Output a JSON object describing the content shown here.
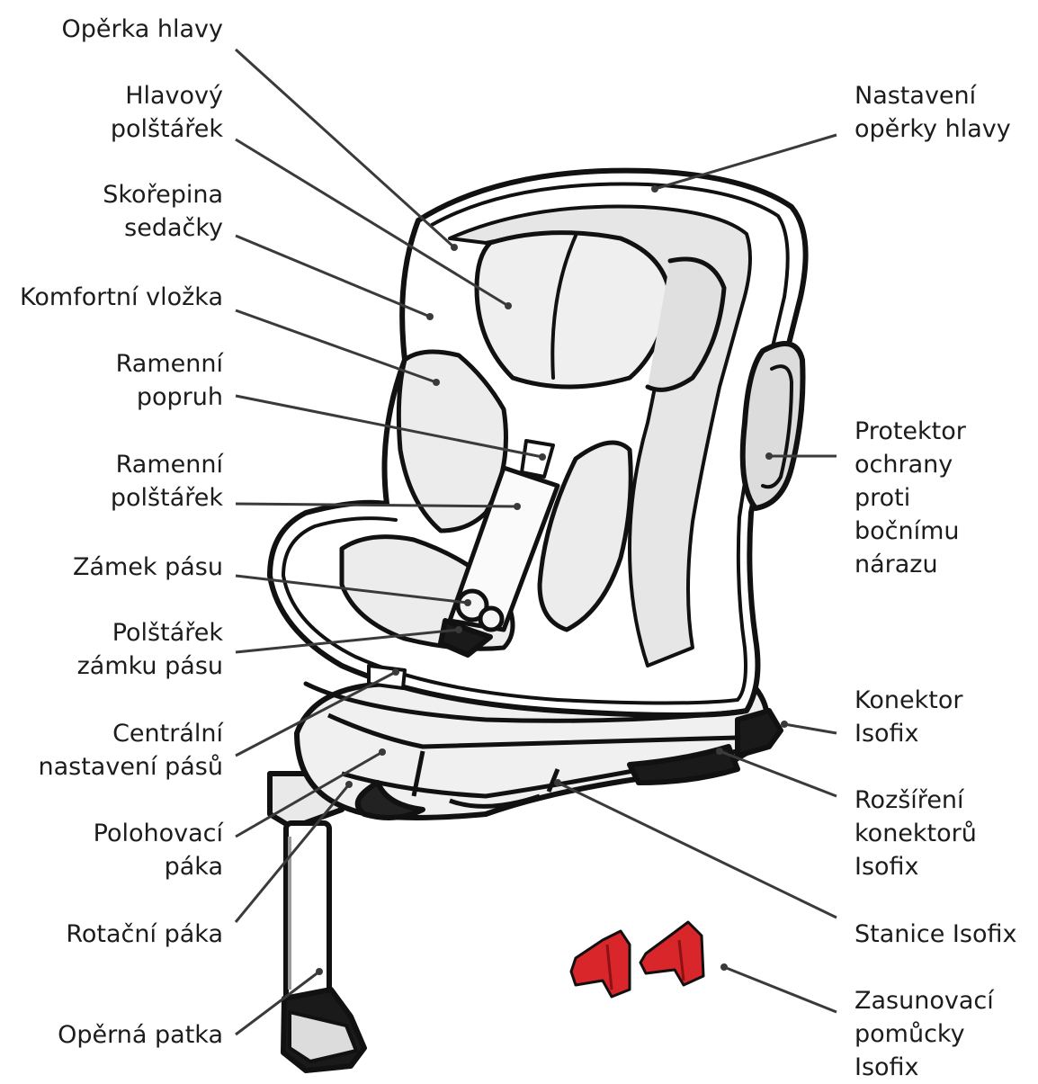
{
  "diagram": {
    "left_labels": [
      {
        "id": "head_rest",
        "lines": [
          "Opěrka hlavy"
        ]
      },
      {
        "id": "head_cushion",
        "lines": [
          "Hlavový",
          "polštářek"
        ]
      },
      {
        "id": "seat_shell",
        "lines": [
          "Skořepina",
          "sedačky"
        ]
      },
      {
        "id": "comfort_insert",
        "lines": [
          "Komfortní vložka"
        ]
      },
      {
        "id": "shoulder_strap",
        "lines": [
          "Ramenní",
          "popruh"
        ]
      },
      {
        "id": "shoulder_pad",
        "lines": [
          "Ramenní",
          "polštářek"
        ]
      },
      {
        "id": "buckle",
        "lines": [
          "Zámek pásu"
        ]
      },
      {
        "id": "buckle_pad",
        "lines": [
          "Polštářek",
          "zámku pásu"
        ]
      },
      {
        "id": "central_adjuster",
        "lines": [
          "Centrální",
          "nastavení pásů"
        ]
      },
      {
        "id": "recline_lever",
        "lines": [
          "Polohovací",
          "páka"
        ]
      },
      {
        "id": "rotation_lever",
        "lines": [
          "Rotační páka"
        ]
      },
      {
        "id": "support_leg",
        "lines": [
          "Opěrná patka"
        ]
      }
    ],
    "right_labels": [
      {
        "id": "headrest_adjust",
        "lines": [
          "Nastavení",
          "opěrky hlavy"
        ]
      },
      {
        "id": "side_impact",
        "lines": [
          "Protektor",
          "ochrany",
          "proti",
          "bočnímu",
          "nárazu"
        ]
      },
      {
        "id": "isofix_connector",
        "lines": [
          "Konektor",
          "Isofix"
        ]
      },
      {
        "id": "isofix_extension",
        "lines": [
          "Rozšíření",
          "konektorů",
          "Isofix"
        ]
      },
      {
        "id": "isofix_station",
        "lines": [
          "Stanice Isofix"
        ]
      },
      {
        "id": "isofix_guides",
        "lines": [
          "Zasunovací",
          "pomůcky",
          "Isofix"
        ]
      }
    ],
    "colors": {
      "text": "#1c1c1c",
      "line": "#3a3a3a",
      "outline": "#111111",
      "fill_light": "#e4e4e4",
      "fill_mid": "#cfcfcf",
      "guide_red": "#d8262a"
    }
  }
}
